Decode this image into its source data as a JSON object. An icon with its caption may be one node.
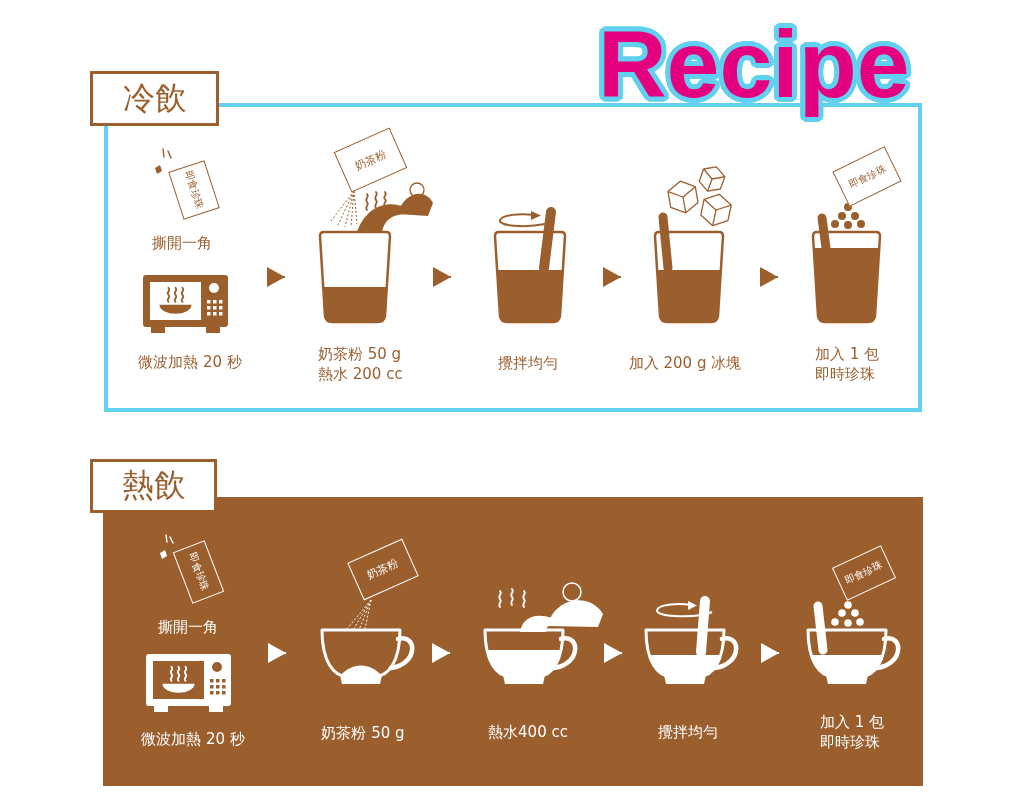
{
  "diagram": {
    "title": "Recipe",
    "nodes": [
      {
        "text": [
          "冷飲"
        ]
      },
      {
        "text": [
          "即食珍珠",
          "撕開一角",
          "微波加熱 20 秒"
        ],
        "in": 0
      },
      {
        "text": [
          "奶茶粉",
          "奶茶粉 50 g 熱水 200 cc"
        ],
        "in": 0
      },
      {
        "text": [
          "攪拌均勻"
        ],
        "in": 0
      },
      {
        "text": [
          "加入 200 g 冰塊"
        ],
        "in": 0
      },
      {
        "text": [
          "即食珍珠",
          "加入 1 包即時珍珠"
        ],
        "in": 0
      },
      {
        "text": [
          "熱飲"
        ]
      },
      {
        "text": [
          "即食珍珠",
          "撕開一角",
          "微波加熱 20 秒"
        ],
        "in": 6
      },
      {
        "text": [
          "奶茶粉",
          "奶茶粉 50 g"
        ],
        "in": 6
      },
      {
        "text": [
          "熱水400 cc"
        ],
        "in": 6
      },
      {
        "text": [
          "攪拌均勻"
        ],
        "in": 6
      },
      {
        "text": [
          "即食珍珠",
          "加入 1 包即時珍珠"
        ],
        "in": 6
      }
    ],
    "edges": [
      {
        "from": 1,
        "to": 2,
        "arrow": "to"
      },
      {
        "from": 2,
        "to": 3,
        "arrow": "to"
      },
      {
        "from": 3,
        "to": 4,
        "arrow": "to"
      },
      {
        "from": 4,
        "to": 5,
        "arrow": "to"
      },
      {
        "from": 7,
        "to": 8,
        "arrow": "to",
        "color": "#ffffff"
      },
      {
        "from": 8,
        "to": 9,
        "arrow": "to",
        "color": "#ffffff"
      },
      {
        "from": 9,
        "to": 10,
        "arrow": "to",
        "color": "#ffffff"
      },
      {
        "from": 10,
        "to": 11,
        "arrow": "to",
        "color": "#ffffff"
      }
    ]
  }
}
